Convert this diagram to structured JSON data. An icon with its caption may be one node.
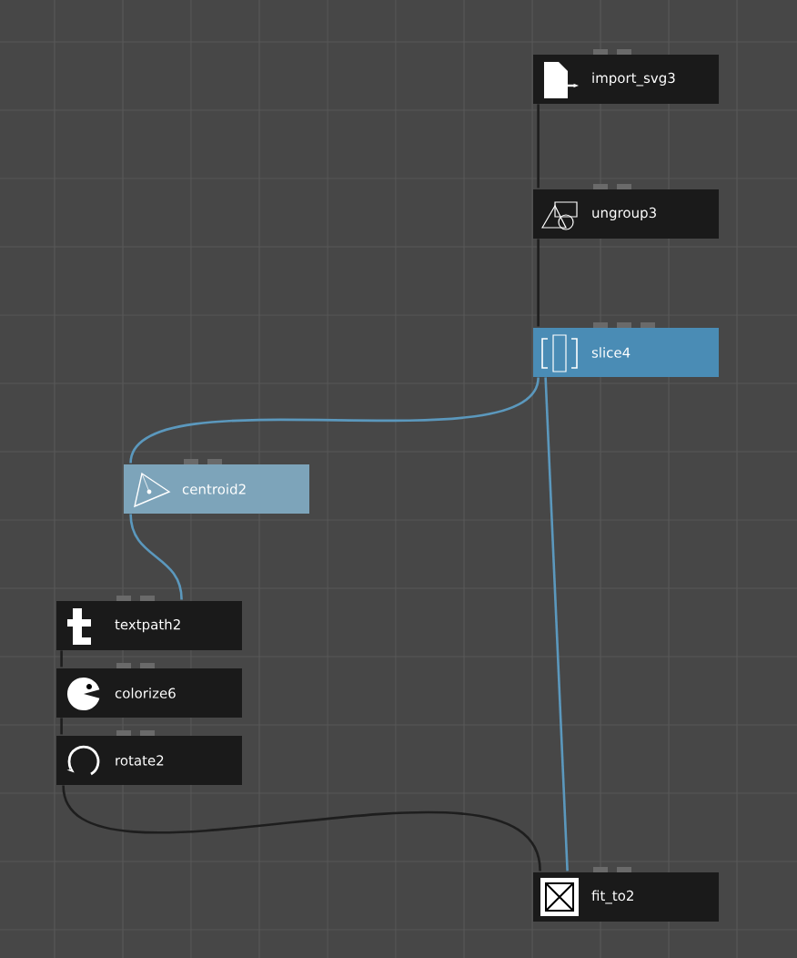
{
  "diagram": {
    "nodes": [
      {
        "text": [
          "import_svg3"
        ]
      },
      {
        "text": [
          "ungroup3"
        ]
      },
      {
        "text": [
          "slice4"
        ]
      },
      {
        "text": [
          "centroid2"
        ]
      },
      {
        "text": [
          "textpath2"
        ]
      },
      {
        "text": [
          "colorize6"
        ]
      },
      {
        "text": [
          "rotate2"
        ]
      },
      {
        "text": [
          "fit_to2"
        ]
      }
    ],
    "edges": [
      {
        "from": 0,
        "to": 1,
        "arrow": "none"
      },
      {
        "from": 1,
        "to": 2,
        "arrow": "none"
      },
      {
        "from": 2,
        "to": 3,
        "arrow": "none",
        "color": "#5b98bd"
      },
      {
        "from": 3,
        "to": 4,
        "arrow": "none",
        "color": "#5b98bd"
      },
      {
        "from": 4,
        "to": 5,
        "arrow": "none"
      },
      {
        "from": 5,
        "to": 6,
        "arrow": "none"
      },
      {
        "from": 6,
        "to": 7,
        "arrow": "none"
      },
      {
        "from": 2,
        "to": 7,
        "arrow": "none",
        "color": "#5b98bd"
      }
    ]
  }
}
